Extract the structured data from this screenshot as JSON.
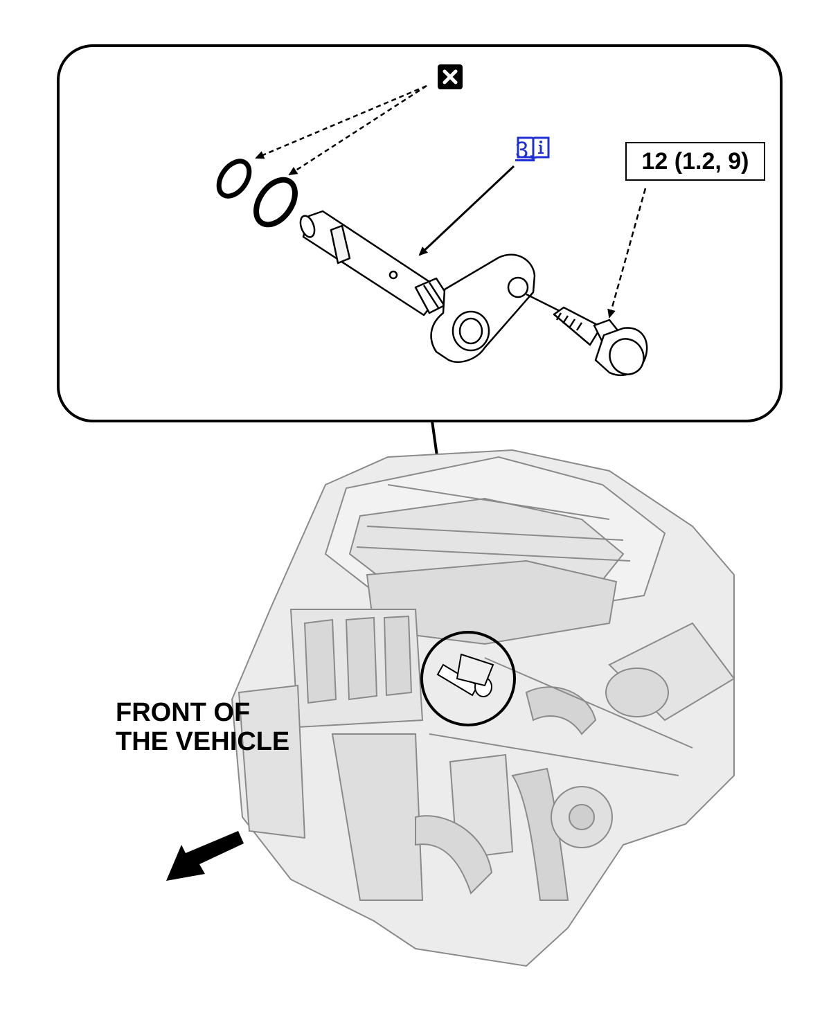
{
  "callouts": {
    "replace_symbol": "replace-icon",
    "step_reference": "3.",
    "step_reference_icon": "manual-info-icon",
    "torque": "12 (1.2, 9)"
  },
  "orientation": {
    "line1": "FRONT OF",
    "line2": "THE VEHICLE"
  },
  "colors": {
    "link": "#1f2fd6",
    "outline": "#000000",
    "engine_fill": "#ececec"
  }
}
